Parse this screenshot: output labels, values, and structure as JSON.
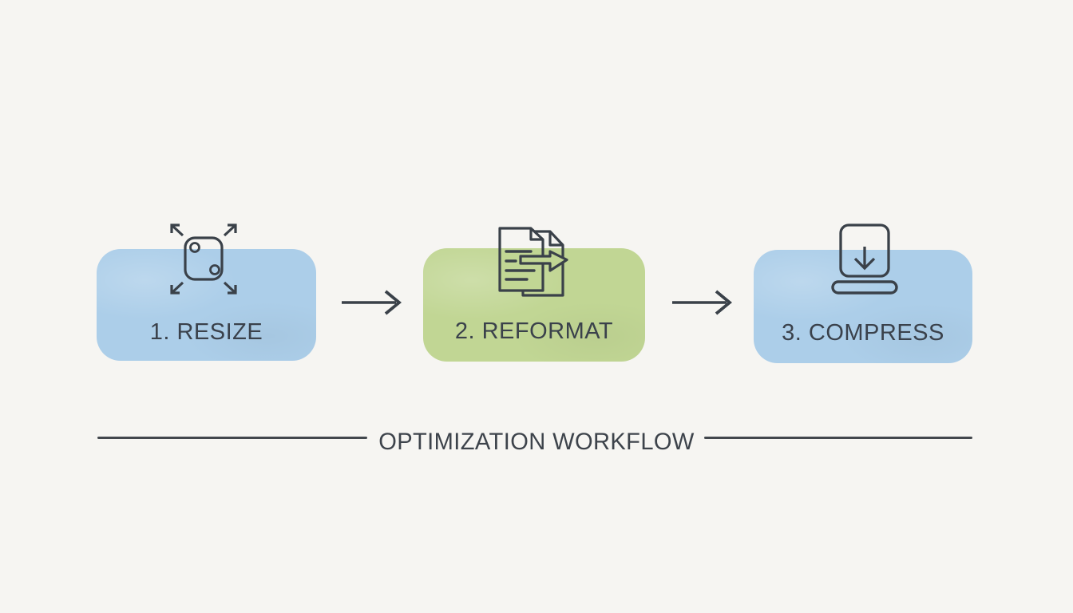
{
  "page": {
    "background_color": "#f6f5f2",
    "ink_color": "#3a4149"
  },
  "diagram": {
    "footer_title": "OPTIMIZATION WORKFLOW",
    "steps": [
      {
        "label": "1. RESIZE",
        "icon": "expand-arrows-icon",
        "box_color": "#accee9"
      },
      {
        "label": "2. REFORMAT",
        "icon": "document-convert-arrow-icon",
        "box_color": "#c1d694"
      },
      {
        "label": "3. COMPRESS",
        "icon": "compress-download-tray-icon",
        "box_color": "#accee9"
      }
    ],
    "connector_icon": "arrow-right-icon"
  }
}
